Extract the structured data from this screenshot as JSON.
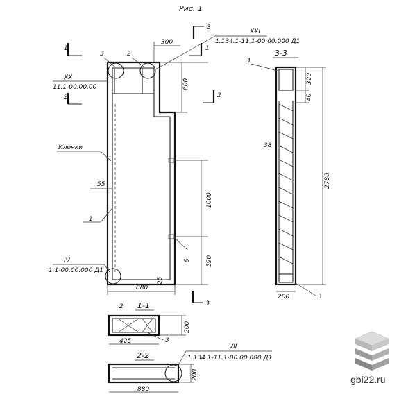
{
  "figure": {
    "title": "Рис. 1"
  },
  "labels": {
    "dim_300": "300",
    "dim_600": "600",
    "dim_1000": "1000",
    "dim_590": "590",
    "dim_880_main": "880",
    "dim_55": "55",
    "dim_25": "25",
    "dim_320": "320",
    "dim_40": "40",
    "dim_2780": "2780",
    "dim_38": "38",
    "dim_200_side": "200",
    "dim_200_s11": "200",
    "dim_425": "425",
    "dim_200_s22": "200",
    "dim_880_s22": "880",
    "pos_1": "1",
    "pos_2_top": "2",
    "pos_3_top": "3",
    "pos_3_sec33": "3",
    "pos_3_sec33_bottom": "3",
    "pos_5": "5",
    "pos_2_s11": "2",
    "pos_3_s11": "3",
    "sec_marker_1_left": "1",
    "sec_marker_1_right": "1",
    "sec_marker_2_left": "2",
    "sec_marker_2_right": "2",
    "sec_marker_3_top": "3",
    "sec_marker_3_bottom": "3",
    "section_33": "3-3",
    "section_11": "1-1",
    "section_22": "2-2",
    "ref_xxi": "XXI",
    "ref_xxi_code": "1.134.1-11.1-00.00.000 Д1",
    "ref_xx": "XX",
    "ref_xx_code": "11.1-00.00.00",
    "ref_iv": "IV",
    "ref_iv_code": "1.1-00.00.000 Д1",
    "ref_vii": "VII",
    "ref_vii_code": "1.134.1-11.1-00.00.000 Д1",
    "note_iponki": "Илонки"
  },
  "watermark": {
    "text": "gbi22.ru"
  }
}
